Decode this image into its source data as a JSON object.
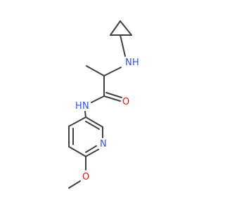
{
  "molecule": {
    "atom_labels": {
      "amine_n": "N",
      "amine_h": "H",
      "amide_n": "N",
      "amide_h": "H",
      "carbonyl_o": "O",
      "pyridine_n": "N",
      "ether_o": "O"
    },
    "colors": {
      "bond": "#404040",
      "nitrogen": "#3050F8",
      "oxygen": "#FF0D0D"
    }
  }
}
